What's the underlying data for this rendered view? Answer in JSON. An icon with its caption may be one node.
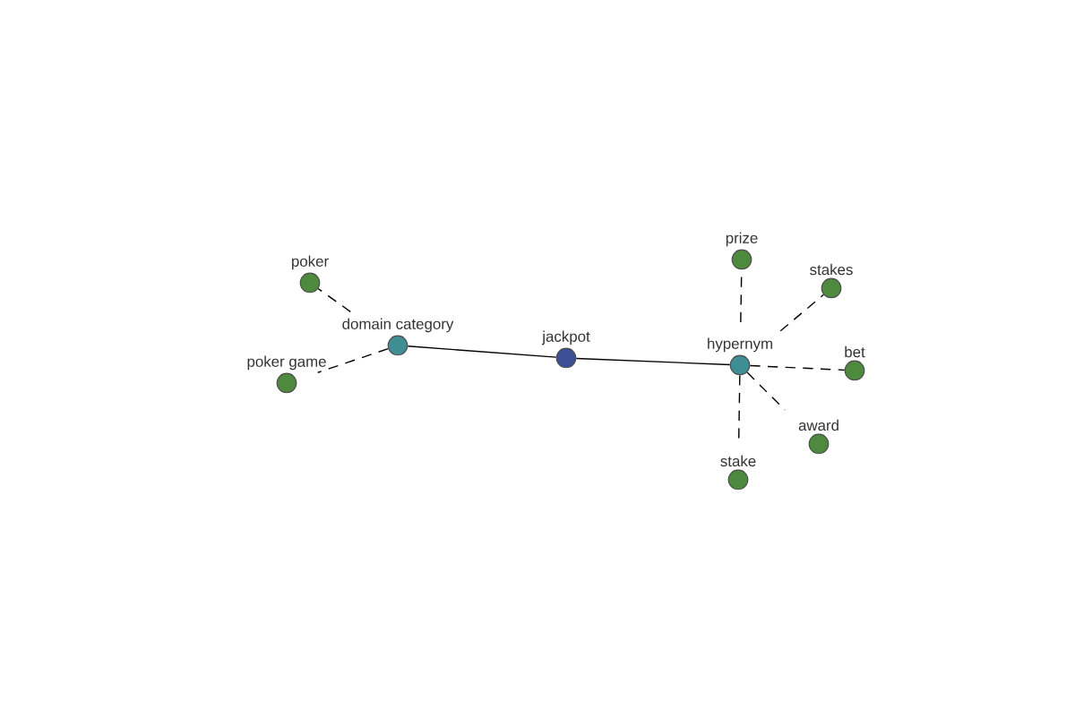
{
  "diagram": {
    "nodes": [
      {
        "text": [
          "poker"
        ]
      },
      {
        "text": [
          "poker game"
        ]
      },
      {
        "text": [
          "domain category"
        ]
      },
      {
        "text": [
          "jackpot"
        ]
      },
      {
        "text": [
          "prize"
        ]
      },
      {
        "text": [
          "stakes"
        ]
      },
      {
        "text": [
          "hypernym"
        ]
      },
      {
        "text": [
          "bet"
        ]
      },
      {
        "text": [
          "award"
        ]
      },
      {
        "text": [
          "stake"
        ]
      }
    ],
    "edges": [
      {
        "from": 3,
        "to": 2,
        "arrow": "none"
      },
      {
        "from": 3,
        "to": 6,
        "arrow": "none"
      },
      {
        "from": 2,
        "to": 0,
        "arrow": "none",
        "style": "dashed"
      },
      {
        "from": 2,
        "to": 1,
        "arrow": "none",
        "style": "dashed"
      },
      {
        "from": 6,
        "to": 4,
        "arrow": "none",
        "style": "dashed"
      },
      {
        "from": 6,
        "to": 5,
        "arrow": "none",
        "style": "dashed"
      },
      {
        "from": 6,
        "to": 7,
        "arrow": "none",
        "style": "dashed"
      },
      {
        "from": 6,
        "to": 8,
        "arrow": "none",
        "style": "dashed"
      },
      {
        "from": 6,
        "to": 9,
        "arrow": "none",
        "style": "dashed"
      }
    ]
  }
}
